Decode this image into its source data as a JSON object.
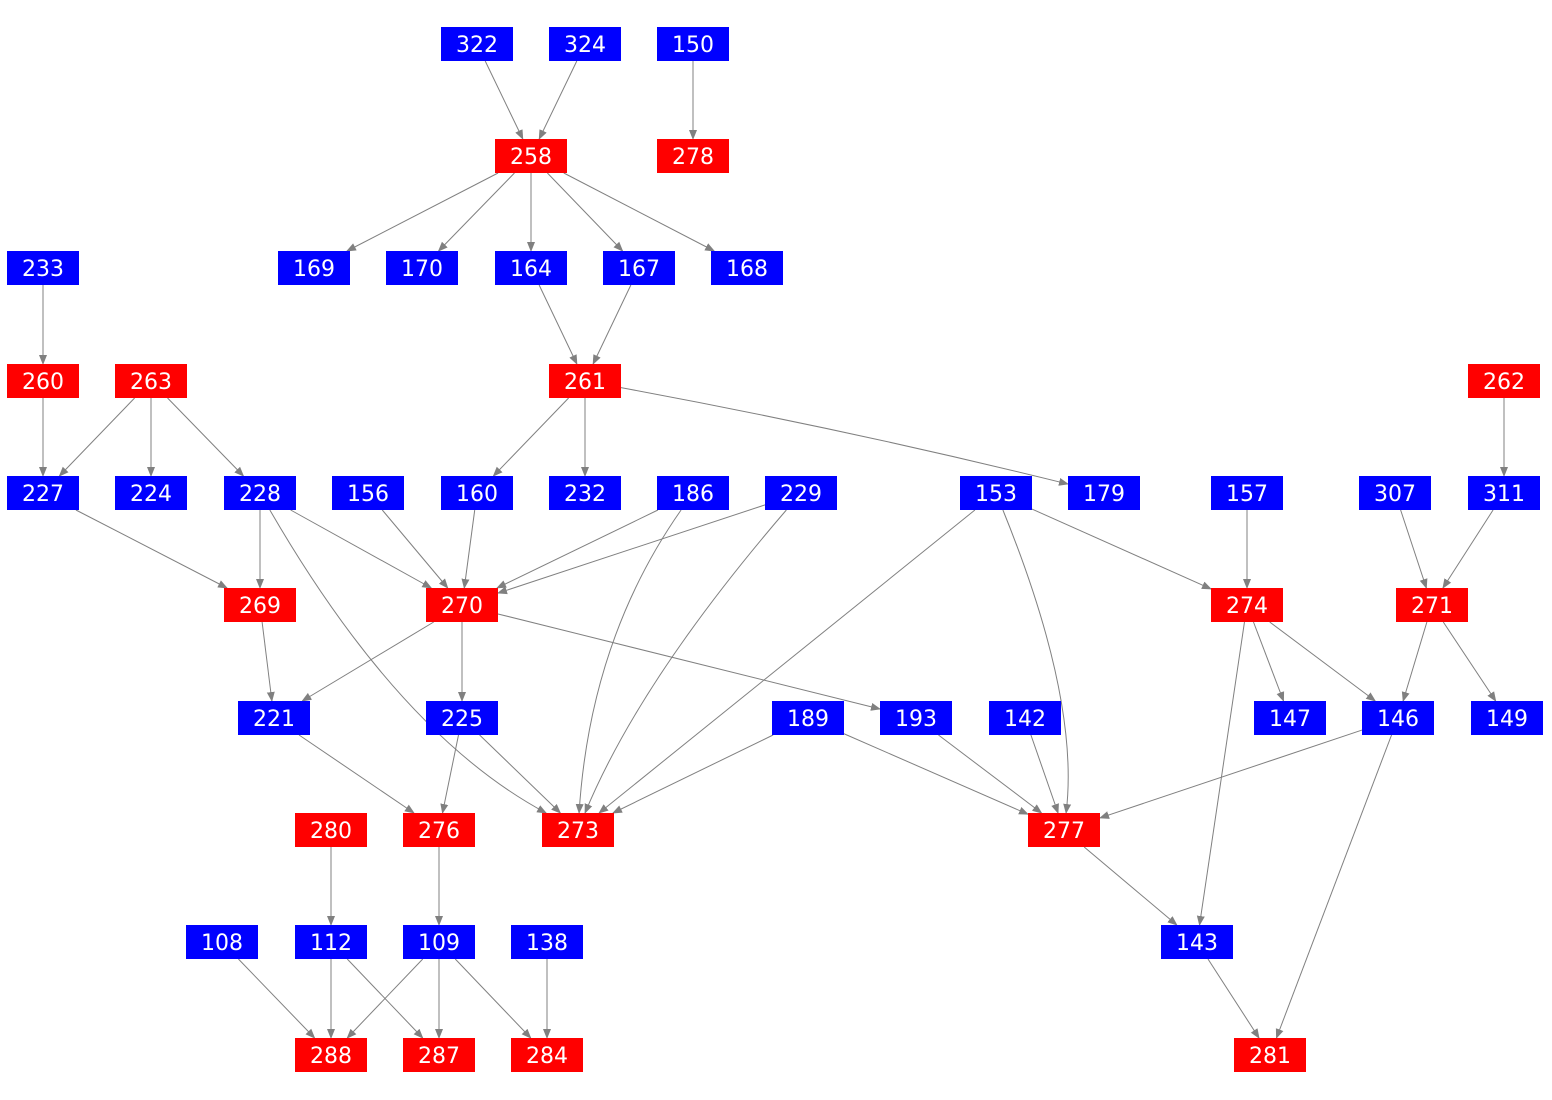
{
  "colors": {
    "red": "#ff0000",
    "blue": "#0000ff",
    "edge": "#808080",
    "label": "#ffffff"
  },
  "nodes": [
    {
      "id": "322",
      "type": "blue"
    },
    {
      "id": "324",
      "type": "blue"
    },
    {
      "id": "150",
      "type": "blue"
    },
    {
      "id": "258",
      "type": "red"
    },
    {
      "id": "278",
      "type": "red"
    },
    {
      "id": "233",
      "type": "blue"
    },
    {
      "id": "169",
      "type": "blue"
    },
    {
      "id": "170",
      "type": "blue"
    },
    {
      "id": "164",
      "type": "blue"
    },
    {
      "id": "167",
      "type": "blue"
    },
    {
      "id": "168",
      "type": "blue"
    },
    {
      "id": "260",
      "type": "red"
    },
    {
      "id": "263",
      "type": "red"
    },
    {
      "id": "261",
      "type": "red"
    },
    {
      "id": "262",
      "type": "red"
    },
    {
      "id": "227",
      "type": "blue"
    },
    {
      "id": "224",
      "type": "blue"
    },
    {
      "id": "228",
      "type": "blue"
    },
    {
      "id": "156",
      "type": "blue"
    },
    {
      "id": "160",
      "type": "blue"
    },
    {
      "id": "232",
      "type": "blue"
    },
    {
      "id": "186",
      "type": "blue"
    },
    {
      "id": "229",
      "type": "blue"
    },
    {
      "id": "153",
      "type": "blue"
    },
    {
      "id": "179",
      "type": "blue"
    },
    {
      "id": "157",
      "type": "blue"
    },
    {
      "id": "307",
      "type": "blue"
    },
    {
      "id": "311",
      "type": "blue"
    },
    {
      "id": "269",
      "type": "red"
    },
    {
      "id": "270",
      "type": "red"
    },
    {
      "id": "274",
      "type": "red"
    },
    {
      "id": "271",
      "type": "red"
    },
    {
      "id": "221",
      "type": "blue"
    },
    {
      "id": "225",
      "type": "blue"
    },
    {
      "id": "189",
      "type": "blue"
    },
    {
      "id": "193",
      "type": "blue"
    },
    {
      "id": "142",
      "type": "blue"
    },
    {
      "id": "147",
      "type": "blue"
    },
    {
      "id": "146",
      "type": "blue"
    },
    {
      "id": "149",
      "type": "blue"
    },
    {
      "id": "280",
      "type": "red"
    },
    {
      "id": "276",
      "type": "red"
    },
    {
      "id": "273",
      "type": "red"
    },
    {
      "id": "277",
      "type": "red"
    },
    {
      "id": "108",
      "type": "blue"
    },
    {
      "id": "112",
      "type": "blue"
    },
    {
      "id": "109",
      "type": "blue"
    },
    {
      "id": "138",
      "type": "blue"
    },
    {
      "id": "143",
      "type": "blue"
    },
    {
      "id": "288",
      "type": "red"
    },
    {
      "id": "287",
      "type": "red"
    },
    {
      "id": "284",
      "type": "red"
    },
    {
      "id": "281",
      "type": "red"
    }
  ],
  "edges": [
    [
      "322",
      "258"
    ],
    [
      "324",
      "258"
    ],
    [
      "150",
      "278"
    ],
    [
      "258",
      "169"
    ],
    [
      "258",
      "170"
    ],
    [
      "258",
      "164"
    ],
    [
      "258",
      "167"
    ],
    [
      "258",
      "168"
    ],
    [
      "233",
      "260"
    ],
    [
      "164",
      "261"
    ],
    [
      "167",
      "261"
    ],
    [
      "260",
      "227"
    ],
    [
      "263",
      "227"
    ],
    [
      "263",
      "224"
    ],
    [
      "263",
      "228"
    ],
    [
      "261",
      "160"
    ],
    [
      "261",
      "232"
    ],
    [
      "261",
      "179"
    ],
    [
      "262",
      "311"
    ],
    [
      "227",
      "269"
    ],
    [
      "228",
      "269"
    ],
    [
      "228",
      "270"
    ],
    [
      "228",
      "273"
    ],
    [
      "156",
      "270"
    ],
    [
      "160",
      "270"
    ],
    [
      "186",
      "270"
    ],
    [
      "186",
      "273"
    ],
    [
      "229",
      "270"
    ],
    [
      "229",
      "273"
    ],
    [
      "153",
      "273"
    ],
    [
      "153",
      "277"
    ],
    [
      "153",
      "274"
    ],
    [
      "157",
      "274"
    ],
    [
      "307",
      "271"
    ],
    [
      "311",
      "271"
    ],
    [
      "269",
      "221"
    ],
    [
      "270",
      "221"
    ],
    [
      "270",
      "225"
    ],
    [
      "270",
      "193"
    ],
    [
      "274",
      "147"
    ],
    [
      "274",
      "146"
    ],
    [
      "274",
      "143"
    ],
    [
      "271",
      "146"
    ],
    [
      "271",
      "149"
    ],
    [
      "221",
      "276"
    ],
    [
      "225",
      "276"
    ],
    [
      "225",
      "273"
    ],
    [
      "189",
      "273"
    ],
    [
      "189",
      "277"
    ],
    [
      "193",
      "277"
    ],
    [
      "142",
      "277"
    ],
    [
      "146",
      "277"
    ],
    [
      "146",
      "281"
    ],
    [
      "280",
      "112"
    ],
    [
      "276",
      "109"
    ],
    [
      "277",
      "143"
    ],
    [
      "108",
      "288"
    ],
    [
      "112",
      "288"
    ],
    [
      "112",
      "287"
    ],
    [
      "109",
      "288"
    ],
    [
      "109",
      "287"
    ],
    [
      "109",
      "284"
    ],
    [
      "138",
      "284"
    ],
    [
      "143",
      "281"
    ]
  ]
}
